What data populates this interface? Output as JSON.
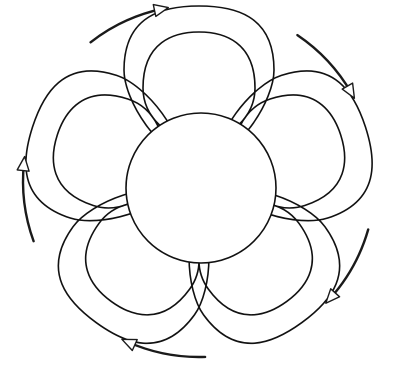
{
  "diagram": {
    "type": "cyclic-flower-diagram",
    "petal_count": 5,
    "petal_ring_count": 2,
    "has_center_circle": true,
    "arrow_count": 5,
    "arrow_direction": "clockwise",
    "text_labels": []
  },
  "colors": {
    "background": "#ffffff",
    "stroke": "#111111",
    "arrow": "#1a1a1a",
    "arrow_head_fill": "#ffffff",
    "center_fill": "#ffffff"
  }
}
